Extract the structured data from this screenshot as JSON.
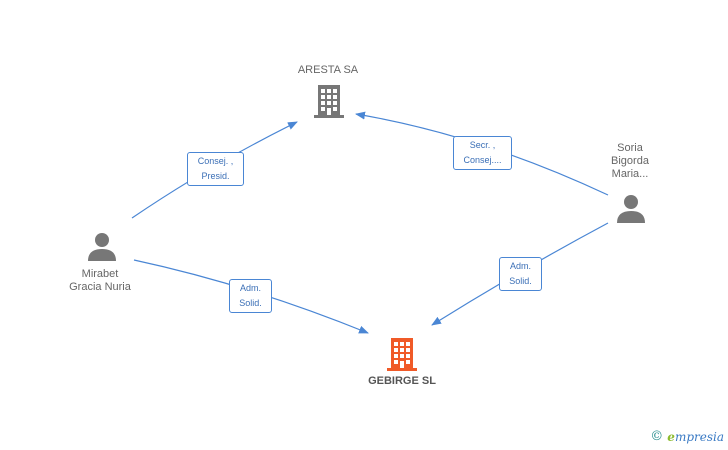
{
  "nodes": {
    "aresta": {
      "label": "ARESTA SA",
      "kind": "company",
      "color": "#777777"
    },
    "gebirge": {
      "label": "GEBIRGE SL",
      "kind": "company",
      "color": "#f05a28"
    },
    "mirabet": {
      "label": "Mirabet\nGracia Nuria",
      "kind": "person",
      "color": "#777777"
    },
    "soria": {
      "label": "Soria\nBigorda\nMaria...",
      "kind": "person",
      "color": "#777777"
    }
  },
  "edges": {
    "mirabet_aresta": {
      "label": "Consej. ,\nPresid."
    },
    "mirabet_gebirge": {
      "label": "Adm.\nSolid."
    },
    "soria_aresta": {
      "label": "Secr. ,\nConsej...."
    },
    "soria_gebirge": {
      "label": "Adm.\nSolid."
    }
  },
  "colors": {
    "edge": "#4a86d4"
  },
  "watermark": {
    "copyright": "©",
    "brand_initial": "e",
    "brand_rest": "mpresia"
  }
}
